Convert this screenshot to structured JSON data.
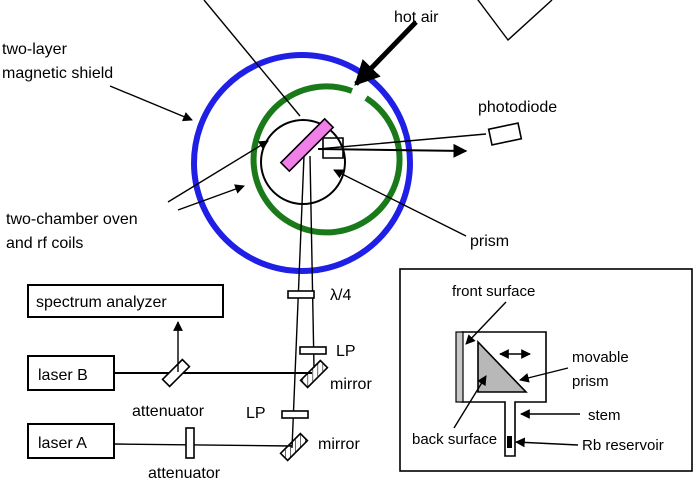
{
  "labels": {
    "shield": [
      "two-layer",
      "magnetic shield"
    ],
    "hot_air": "hot air",
    "photodiode": "photodiode",
    "oven": [
      "two-chamber oven",
      "and rf coils"
    ],
    "prism": "prism",
    "quarter_wave": "λ/4",
    "spectrum_analyzer": "spectrum analyzer",
    "laser_b": "laser B",
    "laser_a": "laser A",
    "lp_upper": "LP",
    "lp_lower": "LP",
    "mirror_upper": "mirror",
    "mirror_lower": "mirror",
    "attenuator_upper": "attenuator",
    "attenuator_lower": "attenuator"
  },
  "inset": {
    "front_surface": "front surface",
    "movable_prism": [
      "movable",
      "prism"
    ],
    "stem": "stem",
    "back_surface": "back surface",
    "rb_reservoir": "Rb reservoir"
  },
  "colors": {
    "shield": "#1f1fe6",
    "rf_coils": "#1a7a1a",
    "cell": "#f080e8",
    "inset_prism": "#b8b8b8",
    "inset_surface": "#c8c8c8"
  }
}
